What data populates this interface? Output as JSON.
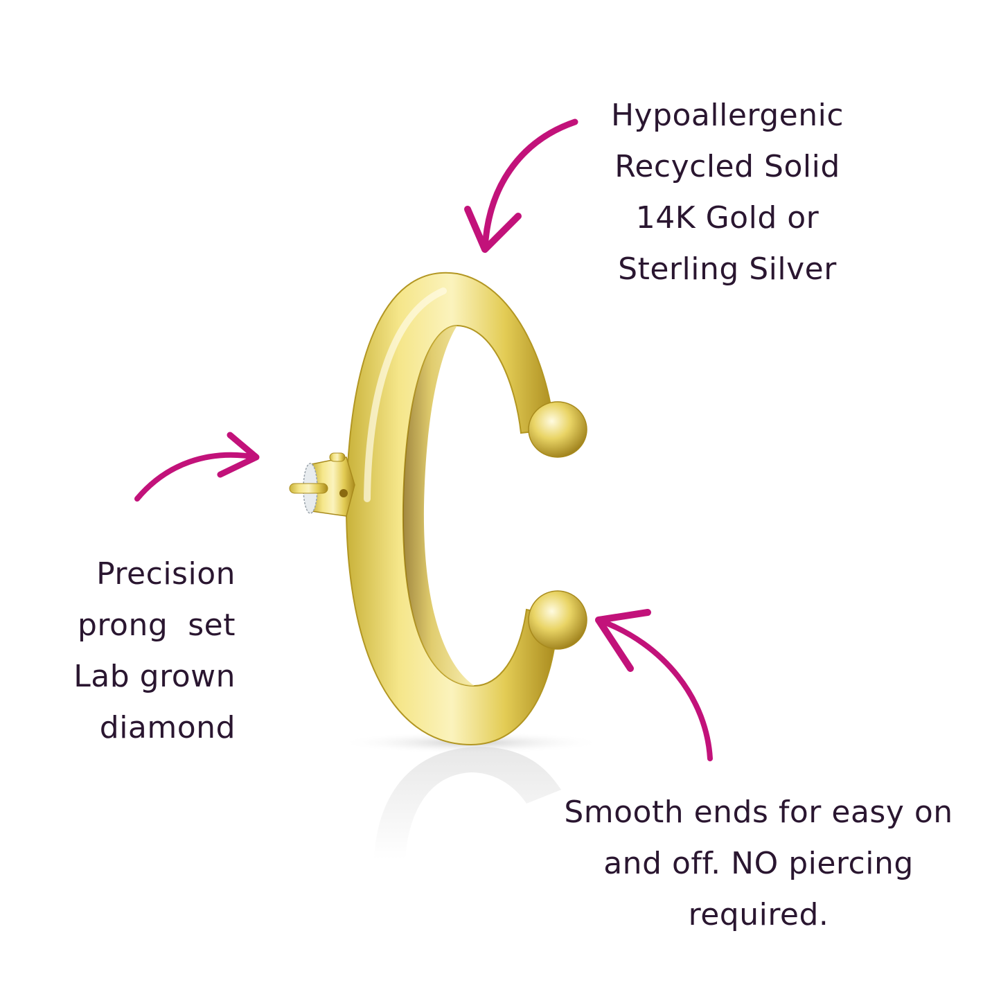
{
  "product": {
    "name": "C-shaped ear cuff",
    "metal_color": "#e6cf52",
    "accent_arrow_color": "#c2127a",
    "text_color": "#2a1630"
  },
  "callouts": {
    "top": {
      "lines": [
        "Hypoallergenic",
        "Recycled Solid",
        "14K Gold or",
        "Sterling Silver"
      ]
    },
    "left": {
      "lines": [
        "Precision",
        "prong  set",
        "Lab grown",
        "diamond"
      ]
    },
    "bottom": {
      "lines": [
        "Smooth ends for easy on",
        "and off. NO piercing",
        "required."
      ]
    }
  },
  "arrows": [
    {
      "name": "arrow-to-top",
      "points_to": "top of cuff"
    },
    {
      "name": "arrow-to-diamond",
      "points_to": "prong set diamond"
    },
    {
      "name": "arrow-to-end",
      "points_to": "smooth bottom end"
    }
  ]
}
